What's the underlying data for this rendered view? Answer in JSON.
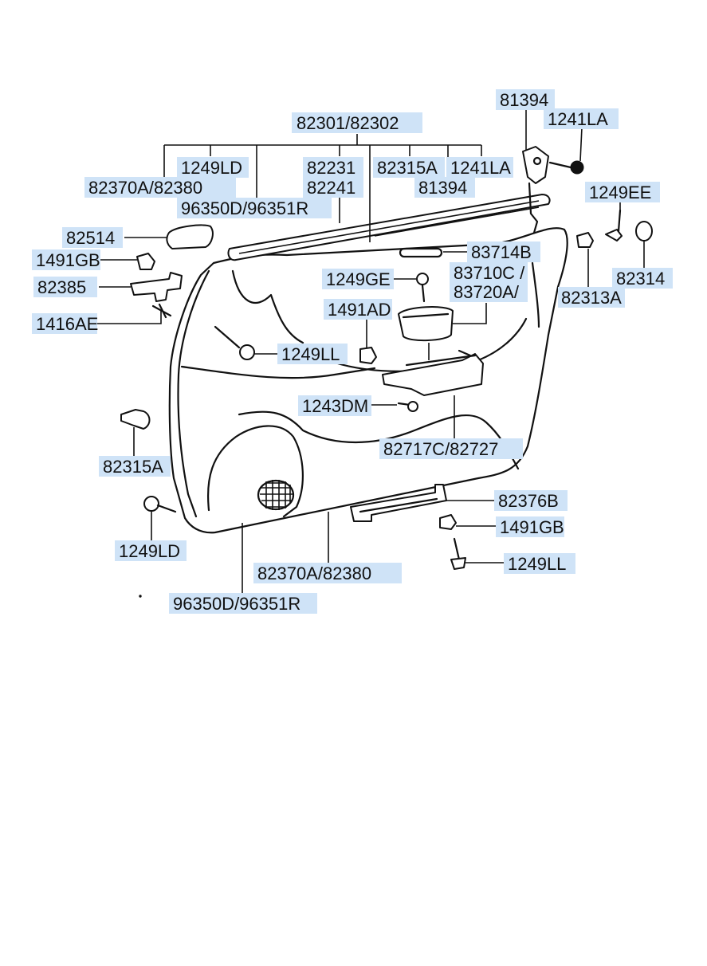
{
  "labels": {
    "l_82301": "82301/82302",
    "l_81394_top": "81394",
    "l_1241LA_top": "1241LA",
    "l_1249LD_top": "1249LD",
    "l_82231": "82231",
    "l_82241": "82241",
    "l_82315A_top": "82315A",
    "l_1241LA_mid": "1241LA",
    "l_81394_mid": "81394",
    "l_82370A_top": "82370A/82380",
    "l_96350D_top": "96350D/96351R",
    "l_1249EE": "1249EE",
    "l_82514": "82514",
    "l_1491GB_left": "1491GB",
    "l_83714B": "83714B",
    "l_82314": "82314",
    "l_82385": "82385",
    "l_1249GE": "1249GE",
    "l_83710C": "83710C /",
    "l_83720A": "83720A/",
    "l_82313A": "82313A",
    "l_1491AD": "1491AD",
    "l_1416AE": "1416AE",
    "l_1249LL_mid": "1249LL",
    "l_1243DM": "1243DM",
    "l_82717C": "82717C/82727",
    "l_82315A_left": "82315A",
    "l_82376B": "82376B",
    "l_1491GB_right": "1491GB",
    "l_1249LD_bottom": "1249LD",
    "l_1249LL_bottom": "1249LL",
    "l_82370A_bottom": "82370A/82380",
    "l_96350D_bottom": "96350D/96351R"
  }
}
